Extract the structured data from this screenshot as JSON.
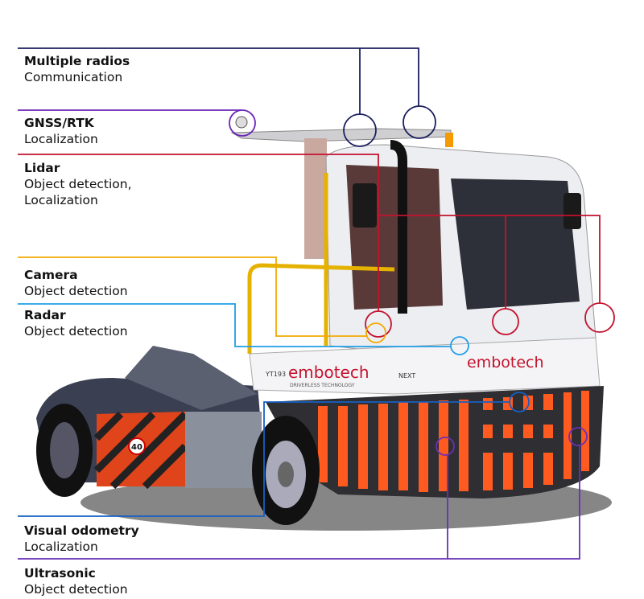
{
  "sensors": [
    {
      "title": "Multiple radios",
      "subtitle": "Communication",
      "color": "#1b1f5e"
    },
    {
      "title": "GNSS/RTK",
      "subtitle": "Localization",
      "color": "#6a25b8"
    },
    {
      "title": "Lidar",
      "subtitle": "Object detection,",
      "subtitle2": "Localization",
      "color": "#c4122e"
    },
    {
      "title": "Camera",
      "subtitle": "Object detection",
      "color": "#f2a900"
    },
    {
      "title": "Radar",
      "subtitle": "Object detection",
      "color": "#1f9ee8"
    },
    {
      "title": "Visual odometry",
      "subtitle": "Localization",
      "color": "#1660c4"
    },
    {
      "title": "Ultrasonic",
      "subtitle": "Object detection",
      "color": "#6a2fb5"
    }
  ],
  "truck": {
    "brand": "embotech",
    "brand_tagline": "DRIVERLESS TECHNOLOGY",
    "fleet_number": "YT193",
    "maker": "NEXT",
    "speed_sign": "40"
  }
}
